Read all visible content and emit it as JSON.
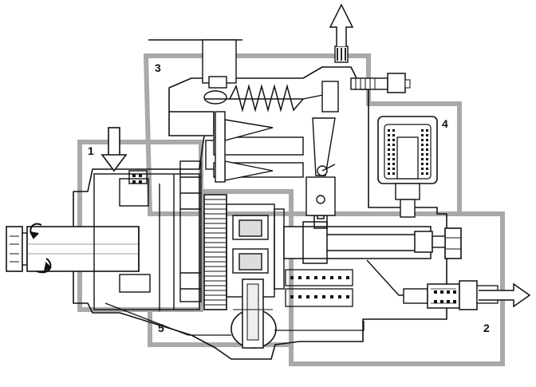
{
  "diagram": {
    "labels": [
      {
        "id": "section-1",
        "text": "1"
      },
      {
        "id": "section-2",
        "text": "2"
      },
      {
        "id": "section-3",
        "text": "3"
      },
      {
        "id": "section-4",
        "text": "4"
      },
      {
        "id": "section-5",
        "text": "5"
      }
    ],
    "colors": {
      "outline": "#111111",
      "zone_frame": "#a9a9a9",
      "background": "#ffffff"
    }
  }
}
